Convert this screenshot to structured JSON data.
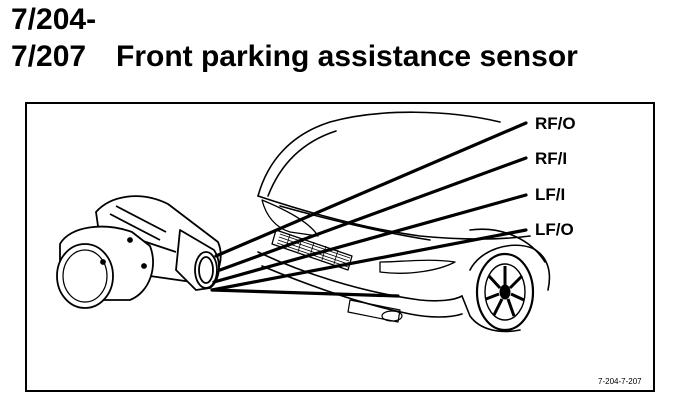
{
  "header": {
    "code_line_1": "7/204-",
    "code_line_2": "7/207",
    "title": "Front parking assistance sensor"
  },
  "figure": {
    "callouts": [
      "RF/O",
      "RF/I",
      "LF/I",
      "LF/O"
    ],
    "reference": "7-204-7-207"
  }
}
